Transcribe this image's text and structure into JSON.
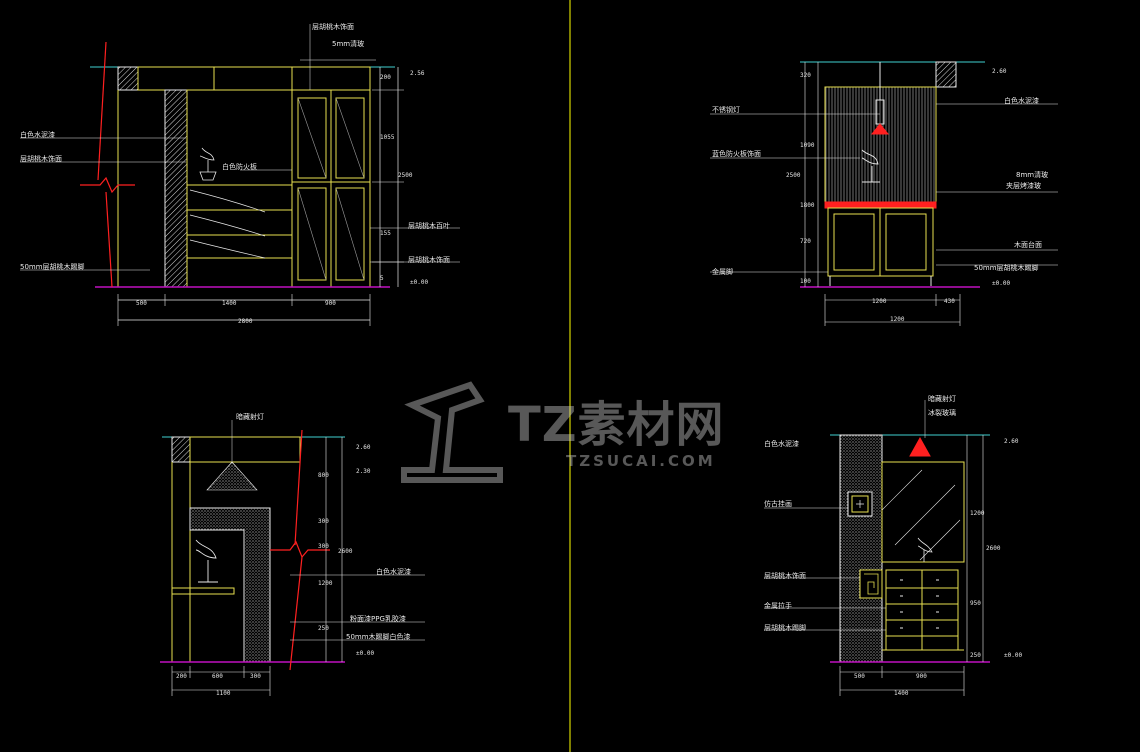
{
  "colors": {
    "background": "#000000",
    "line": "#e8e050",
    "white": "#e8e8e8",
    "accent_magenta": "#c010c0",
    "accent_red": "#ff2020",
    "divider": "#ffff00"
  },
  "watermark": {
    "title": "TZ素材网",
    "subtitle": "TZSUCAI.COM"
  },
  "d1": {
    "labels": [
      "层胡桃木饰面",
      "5mm清玻",
      "白色水泥漆",
      "层胡桃木饰面",
      "白色防火板",
      "层胡桃木百叶",
      "层胡桃木饰面",
      "50mm层胡桃木踢脚"
    ],
    "dims": [
      "200",
      "1055",
      "2500",
      "155",
      "5",
      "±0.00",
      "500",
      "1400",
      "900",
      "2800",
      "2.56"
    ]
  },
  "d2": {
    "labels": [
      "不锈钢灯",
      "蓝色防火板饰面",
      "白色水泥漆",
      "8mm清玻",
      "夹层烤漆玻",
      "木面台面",
      "50mm层胡桃木踢脚",
      "金属脚"
    ],
    "dims": [
      "320",
      "1090",
      "2500",
      "1800",
      "720",
      "100",
      "1200",
      "430",
      "1200",
      "±0.00",
      "2.60"
    ]
  },
  "d3": {
    "labels": [
      "暗藏射灯",
      "白色水泥漆",
      "粉面漆PPG乳胶漆",
      "50mm木踢脚白色漆"
    ],
    "dims": [
      "800",
      "300",
      "300",
      "2600",
      "1200",
      "250",
      "200",
      "600",
      "300",
      "1100",
      "±0.00",
      "2.60",
      "2.30"
    ]
  },
  "d4": {
    "labels": [
      "暗藏射灯",
      "冰裂玻璃",
      "白色水泥漆",
      "仿古挂画",
      "层胡桃木饰面",
      "金属拉手",
      "层胡桃木踢脚"
    ],
    "dims": [
      "1200",
      "2600",
      "950",
      "250",
      "500",
      "900",
      "1400",
      "±0.00",
      "2.60"
    ]
  }
}
